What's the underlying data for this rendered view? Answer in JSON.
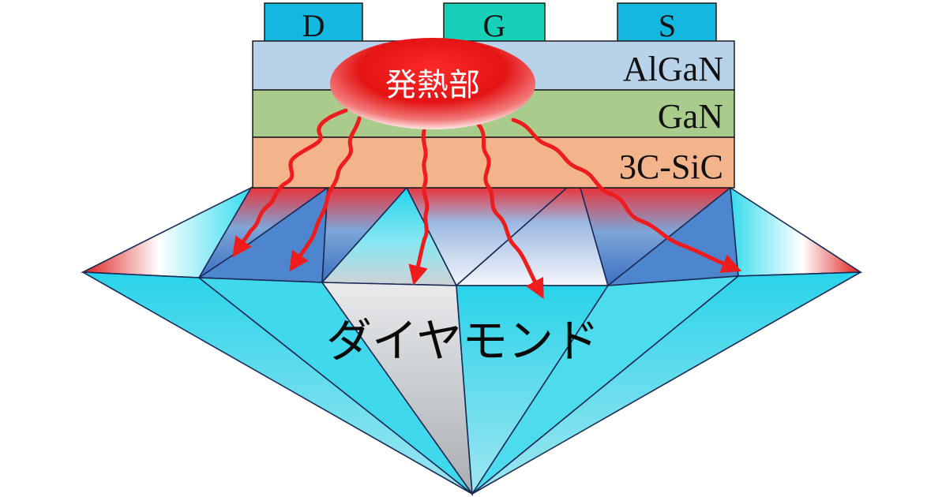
{
  "electrodes": {
    "drain": {
      "label": "D",
      "color": "#12b8e0"
    },
    "gate": {
      "label": "G",
      "color": "#16d0b8"
    },
    "source": {
      "label": "S",
      "color": "#12b8e0"
    }
  },
  "layers": {
    "algan": {
      "label": "AlGaN",
      "color": "#b8d2ea"
    },
    "gan": {
      "label": "GaN",
      "color": "#a9cc8c"
    },
    "sic": {
      "label": "3C-SiC",
      "color": "#f3b48c"
    }
  },
  "heat_source": {
    "label": "発熱部",
    "color": "#e21a1a"
  },
  "substrate": {
    "label": "ダイヤモンド",
    "accent": "#22d6ec"
  },
  "heat_arrows": {
    "color": "#ee1c1c"
  }
}
